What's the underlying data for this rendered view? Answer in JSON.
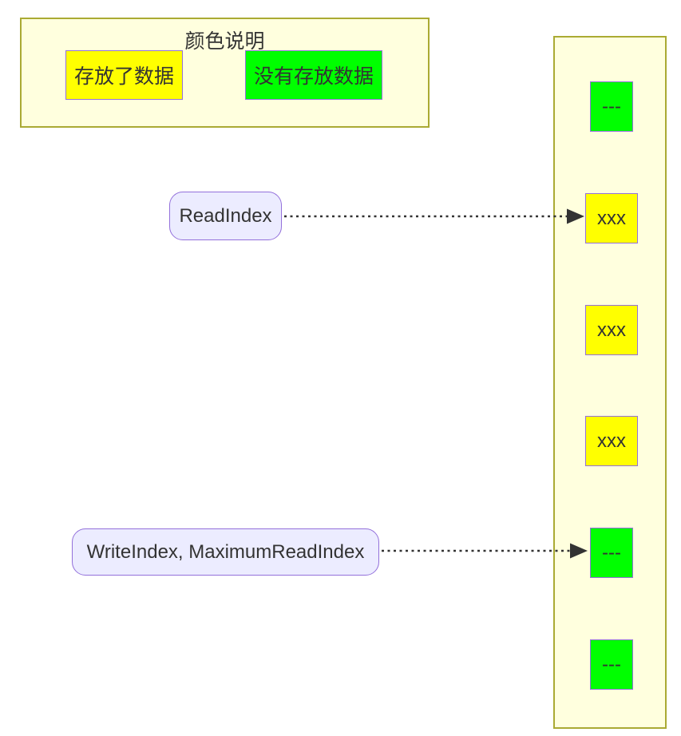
{
  "legend": {
    "title": "颜色说明",
    "items": [
      {
        "label": "存放了数据",
        "state": "filled",
        "color": "#ffff00"
      },
      {
        "label": "没有存放数据",
        "state": "empty",
        "color": "#00ff00"
      }
    ]
  },
  "buffer": {
    "cells": [
      {
        "label": "---",
        "state": "empty"
      },
      {
        "label": "xxx",
        "state": "filled"
      },
      {
        "label": "xxx",
        "state": "filled"
      },
      {
        "label": "xxx",
        "state": "filled"
      },
      {
        "label": "---",
        "state": "empty"
      },
      {
        "label": "---",
        "state": "empty"
      }
    ]
  },
  "pointers": [
    {
      "label": "ReadIndex",
      "target_cell_index": 1
    },
    {
      "label": "WriteIndex, MaximumReadIndex",
      "target_cell_index": 4
    }
  ],
  "colors": {
    "filled_cell": "#ffff00",
    "empty_cell": "#00ff00",
    "cluster_background": "#ffffde",
    "cluster_border": "#aaaa33",
    "node_border": "#9370db",
    "pointer_background": "#ececff",
    "arrow": "#333333",
    "text": "#333333"
  }
}
